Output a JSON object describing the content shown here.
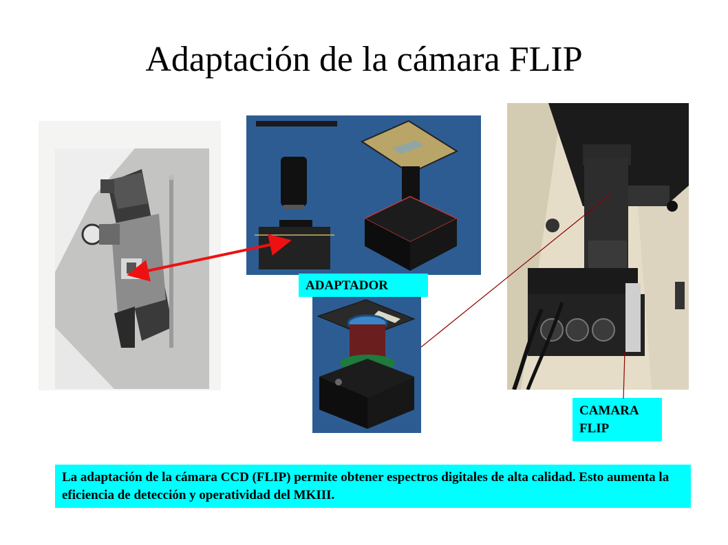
{
  "slide": {
    "title": "Adaptación de la cámara FLIP",
    "labels": {
      "adapter": "ADAPTADOR",
      "camera_line1": "CAMARA",
      "camera_line2": "FLIP"
    },
    "caption": "La adaptación de la cámara CCD (FLIP) permite obtener espectros digitales de alta calidad. Esto aumenta la eficiencia de detección y operatividad del MKIII.",
    "colors": {
      "label_bg": "#00ffff",
      "render_bg": "#2d5c92",
      "arrow_red": "#ee1111",
      "line_dark_red": "#8b0000"
    }
  }
}
